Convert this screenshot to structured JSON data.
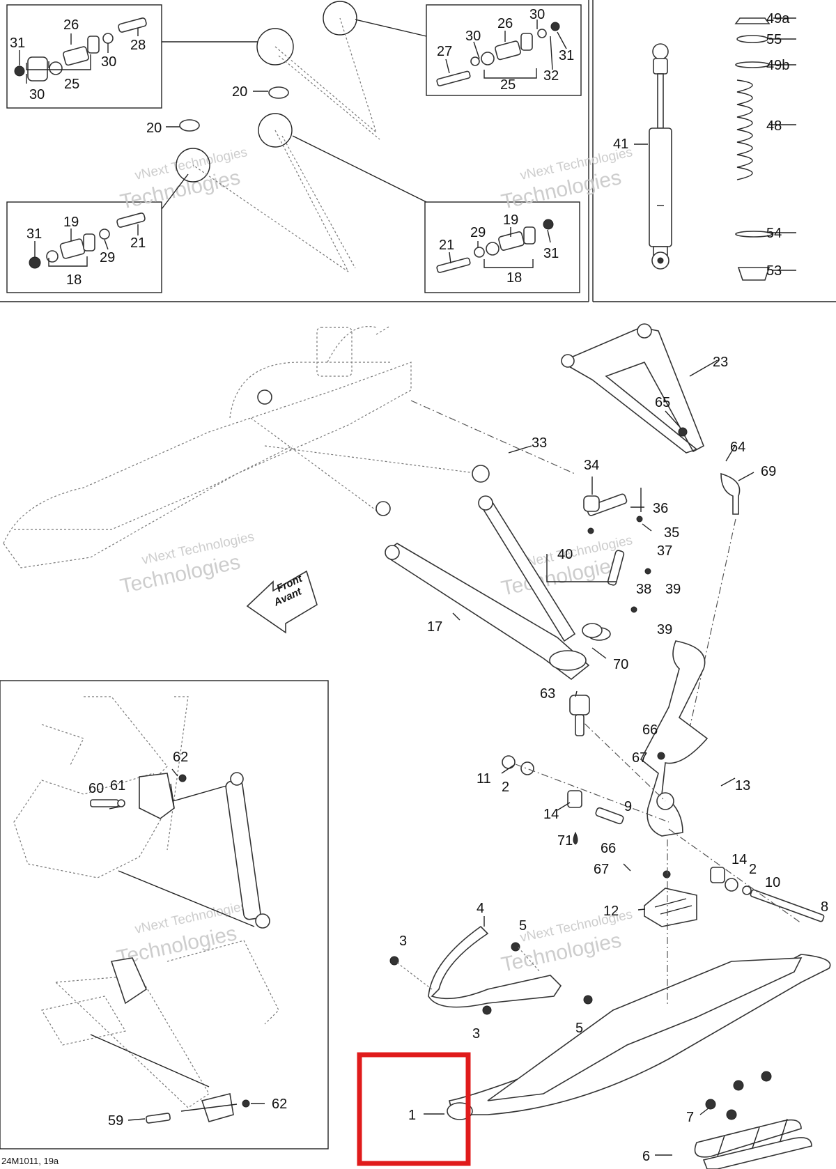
{
  "diagram": {
    "code": "24M1011, 19a",
    "watermark_line1": "vNext Technologies",
    "watermark_line2": "Technologies",
    "front_label_1": "Front",
    "front_label_2": "Avant",
    "highlight_color": "#e01b1b",
    "labels": {
      "l49a": "49a",
      "l55": "55",
      "l49b": "49b",
      "l48": "48",
      "l41": "41",
      "l54": "54",
      "l53": "53",
      "tl26": "26",
      "tl31": "31",
      "tl30a": "30",
      "tl30b": "30",
      "tl25": "25",
      "tl28": "28",
      "tr26": "26",
      "tr30a": "30",
      "tr30b": "30",
      "tr27": "27",
      "tr25": "25",
      "tr31": "31",
      "tr32": "32",
      "l20a": "20",
      "l20b": "20",
      "bl19": "19",
      "bl31": "31",
      "bl18": "18",
      "bl29": "29",
      "bl21": "21",
      "br19": "19",
      "br29": "29",
      "br21": "21",
      "br18": "18",
      "br31": "31",
      "l23": "23",
      "l65": "65",
      "l64": "64",
      "l69": "69",
      "l33": "33",
      "l34": "34",
      "l36": "36",
      "l35": "35",
      "l37": "37",
      "l40": "40",
      "l38": "38",
      "l39a": "39",
      "l39b": "39",
      "l17": "17",
      "l70": "70",
      "l63": "63",
      "l66a": "66",
      "l67a": "67",
      "l13": "13",
      "l11": "11",
      "l2a": "2",
      "l14a": "14",
      "l9": "9",
      "l71": "71",
      "l66b": "66",
      "l67b": "67",
      "l14b": "14",
      "l2b": "2",
      "l10": "10",
      "l8": "8",
      "l12": "12",
      "l4": "4",
      "l5a": "5",
      "l3a": "3",
      "l3b": "3",
      "l5b": "5",
      "l1": "1",
      "l7": "7",
      "l6": "6",
      "l62a": "62",
      "l60": "60",
      "l61": "61",
      "l59": "59",
      "l62b": "62"
    }
  }
}
